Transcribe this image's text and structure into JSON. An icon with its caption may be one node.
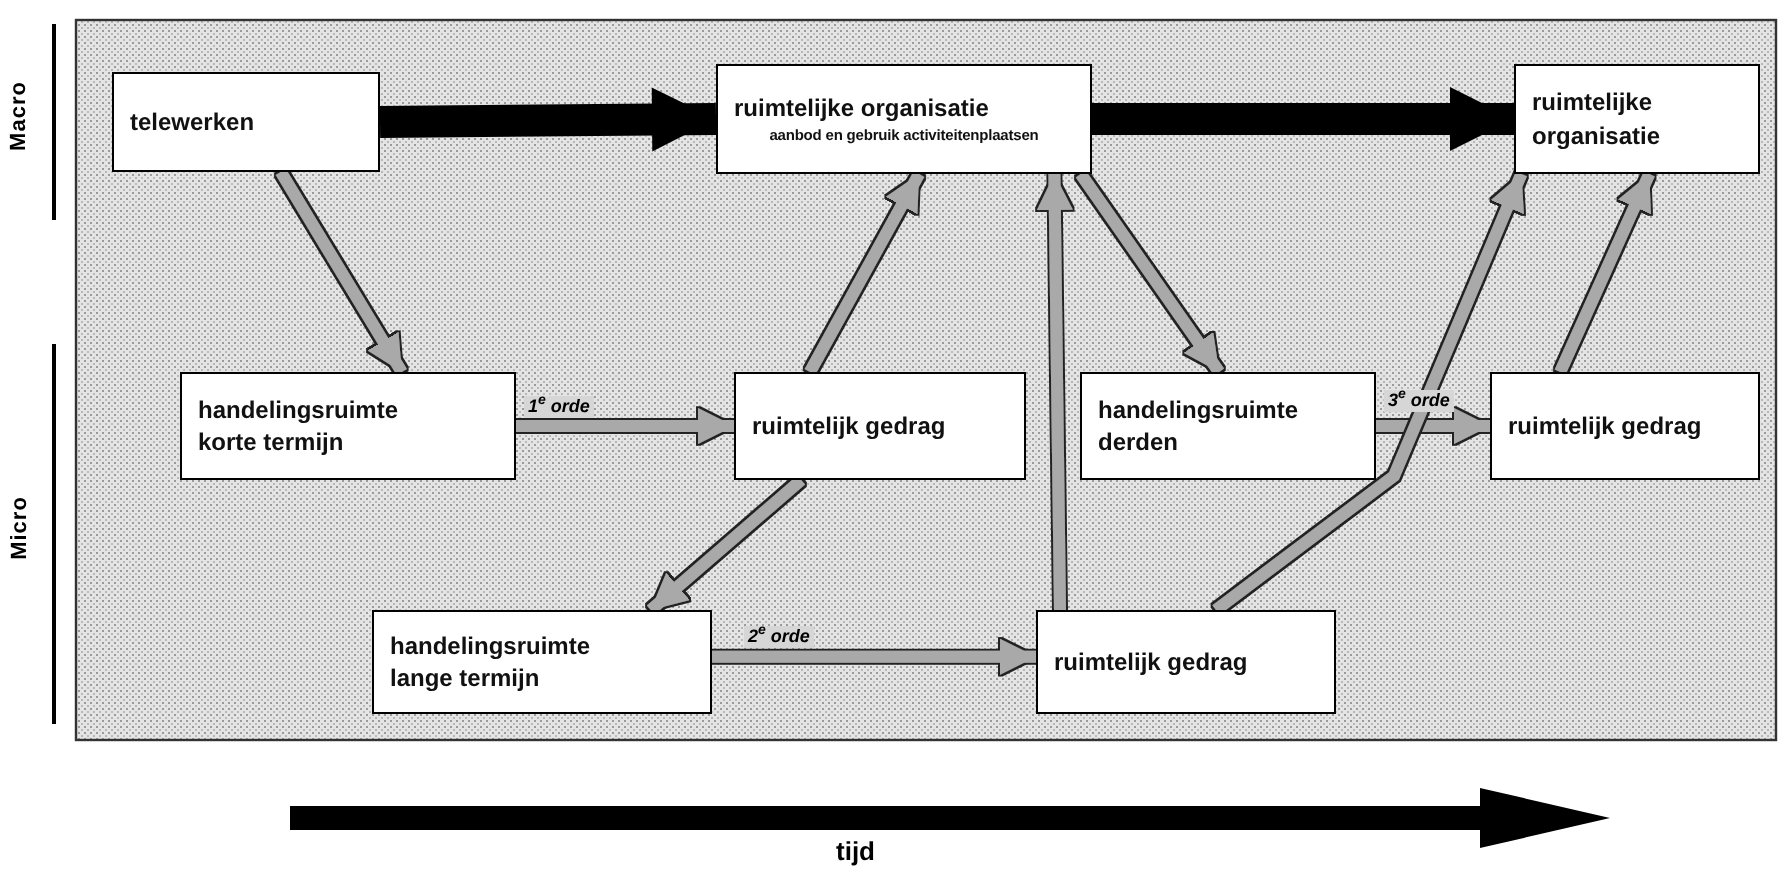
{
  "diagram": {
    "nodes": [
      {
        "text": [
          "telewerken"
        ]
      },
      {
        "text": [
          "ruimtelijke organisatie",
          "aanbod en gebruik activiteitenplaatsen"
        ]
      },
      {
        "text": [
          "ruimtelijke organisatie"
        ]
      },
      {
        "text": [
          "handelingsruimte korte termijn"
        ]
      },
      {
        "text": [
          "ruimtelijk gedrag"
        ]
      },
      {
        "text": [
          "handelingsruimte derden"
        ]
      },
      {
        "text": [
          "ruimtelijk gedrag"
        ]
      },
      {
        "text": [
          "handelingsruimte lange termijn"
        ]
      },
      {
        "text": [
          "ruimtelijk gedrag"
        ]
      }
    ],
    "edges": [
      {
        "from": 0,
        "to": 1,
        "arrow": "to",
        "style": "thick",
        "color": "#000000"
      },
      {
        "from": 1,
        "to": 2,
        "arrow": "to",
        "style": "thick",
        "color": "#000000"
      },
      {
        "from": 0,
        "to": 3,
        "arrow": "to"
      },
      {
        "from": 3,
        "to": 4,
        "arrow": "to",
        "label": "1$^{e}$ orde"
      },
      {
        "from": 4,
        "to": 1,
        "arrow": "to"
      },
      {
        "from": 4,
        "to": 7,
        "arrow": "to"
      },
      {
        "from": 7,
        "to": 8,
        "arrow": "to",
        "label": "2$^{e}$ orde"
      },
      {
        "from": 8,
        "to": 1,
        "arrow": "to"
      },
      {
        "from": 1,
        "to": 5,
        "arrow": "to"
      },
      {
        "from": 5,
        "to": 6,
        "arrow": "to",
        "label": "3$^{e}$ orde"
      },
      {
        "from": 8,
        "to": 2,
        "arrow": "to"
      },
      {
        "from": 6,
        "to": 2,
        "arrow": "to"
      }
    ],
    "labels": [
      "Macro",
      "Micro",
      "tijd"
    ]
  }
}
